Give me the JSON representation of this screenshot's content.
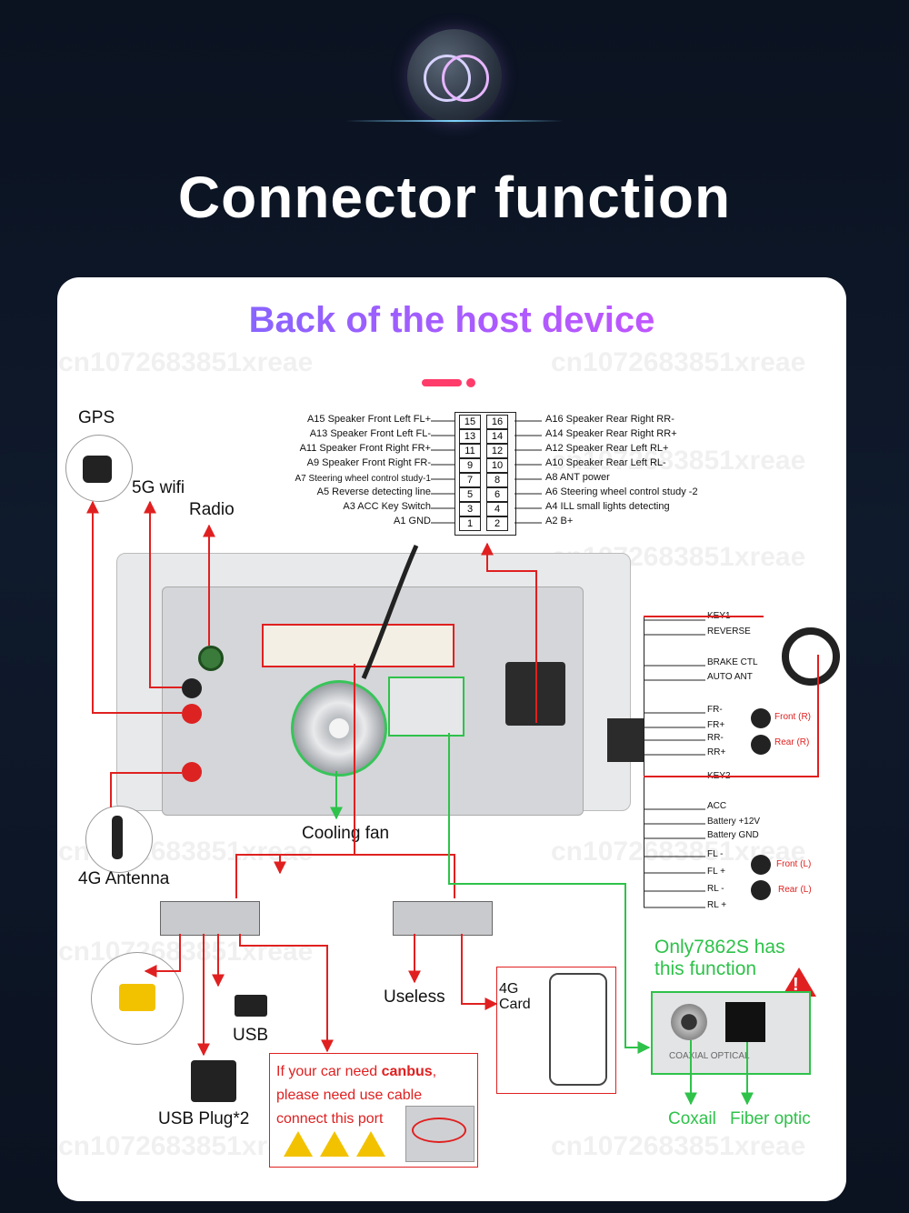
{
  "header": {
    "title": "Connector function"
  },
  "card": {
    "subtitle": "Back of the host device"
  },
  "watermark": "cn1072683851xreae",
  "labels": {
    "gps": "GPS",
    "wifi": "5G wifi",
    "radio": "Radio",
    "antenna_4g": "4G Antenna",
    "cooling_fan": "Cooling fan",
    "useless": "Useless",
    "usb": "USB",
    "usb_plug": "USB Plug*2",
    "card_4g_line1": "4G",
    "card_4g_line2": "Card"
  },
  "canbus": {
    "line1_prefix": "If your car need ",
    "line1_bold": "canbus",
    "line1_suffix": ",",
    "line2": "please need use cable",
    "line3": "connect this port"
  },
  "special": {
    "note_line1": "Only7862S has",
    "note_line2": "this function",
    "coaxial": "Coxail",
    "fiber": "Fiber optic",
    "panel_text": "COAXIAL OPTICAL"
  },
  "pins_left": [
    {
      "code": "A15",
      "desc": "Speaker Front Left FL+",
      "num": "15"
    },
    {
      "code": "A13",
      "desc": "Speaker Front Left FL-",
      "num": "13"
    },
    {
      "code": "A11",
      "desc": "Speaker Front Right FR+",
      "num": "11"
    },
    {
      "code": "A9",
      "desc": "Speaker Front Right FR-",
      "num": "9"
    },
    {
      "code": "A7",
      "desc": "Steering wheel control study-1",
      "num": "7"
    },
    {
      "code": "A5",
      "desc": "Reverse detecting line",
      "num": "5"
    },
    {
      "code": "A3",
      "desc": "ACC Key Switch",
      "num": "3"
    },
    {
      "code": "A1",
      "desc": "GND",
      "num": "1"
    }
  ],
  "pins_right": [
    {
      "code": "A16",
      "desc": "Speaker Rear Right RR-",
      "num": "16"
    },
    {
      "code": "A14",
      "desc": "Speaker Rear Right RR+",
      "num": "14"
    },
    {
      "code": "A12",
      "desc": "Speaker Rear Left RL+",
      "num": "12"
    },
    {
      "code": "A10",
      "desc": "Speaker Rear Left RL-",
      "num": "10"
    },
    {
      "code": "A8",
      "desc": "ANT power",
      "num": "8"
    },
    {
      "code": "A6",
      "desc": "Steering wheel control study -2",
      "num": "6"
    },
    {
      "code": "A4",
      "desc": "ILL small lights detecting",
      "num": "4"
    },
    {
      "code": "A2",
      "desc": "B+",
      "num": "2"
    }
  ],
  "harness": {
    "key1": "KEY1",
    "reverse": "REVERSE",
    "brake": "BRAKE CTL",
    "auto_ant": "AUTO ANT",
    "fr_minus": "FR-",
    "fr_plus": "FR+",
    "rr_minus": "RR-",
    "rr_plus": "RR+",
    "key2": "KEY2",
    "acc": "ACC",
    "battery_12v": "Battery +12V",
    "battery_gnd": "Battery GND",
    "fl_minus": "FL -",
    "fl_plus": "FL +",
    "rl_minus": "RL -",
    "rl_plus": "RL +",
    "front_r": "Front (R)",
    "rear_r": "Rear (R)",
    "front_l": "Front (L)",
    "rear_l": "Rear (L)"
  }
}
